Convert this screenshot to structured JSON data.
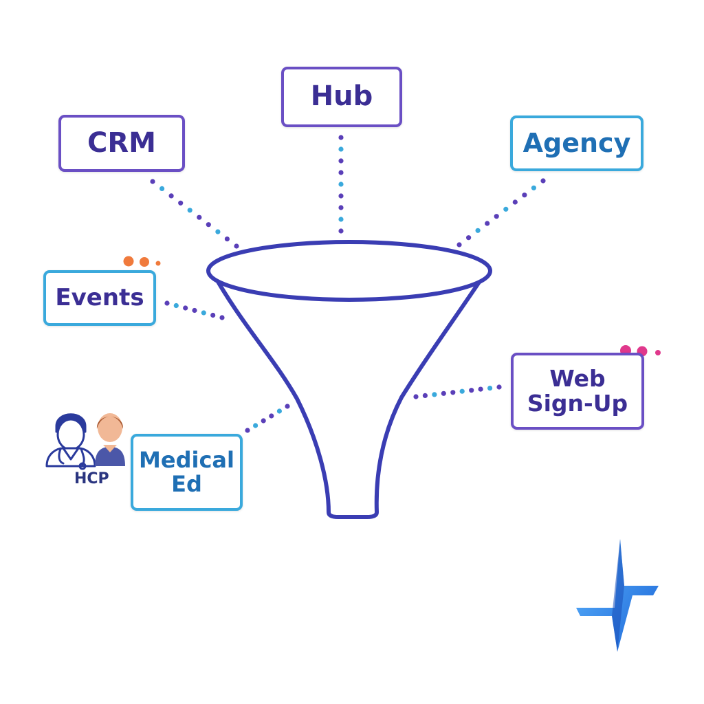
{
  "diagram": {
    "nodes": {
      "hub": "Hub",
      "crm": "CRM",
      "agency": "Agency",
      "events": "Events",
      "web_sign_up": [
        "Web",
        "Sign-Up"
      ],
      "medical_ed": [
        "Medical",
        "Ed"
      ]
    },
    "hcp_label": "HCP",
    "icons": [
      "funnel-icon",
      "doctor-icon",
      "person-icon",
      "logo-mark-icon"
    ]
  },
  "colors": {
    "funnel": "#3a3db3",
    "purple_border": "#6a4fc4",
    "cyan_border": "#3aa9dc",
    "purple_text": "#3b2e94",
    "blue_text": "#1f6fb4",
    "orange_dots": "#f07a3c",
    "pink_dots": "#e0388c",
    "logo_blue": "#2b8be8"
  }
}
